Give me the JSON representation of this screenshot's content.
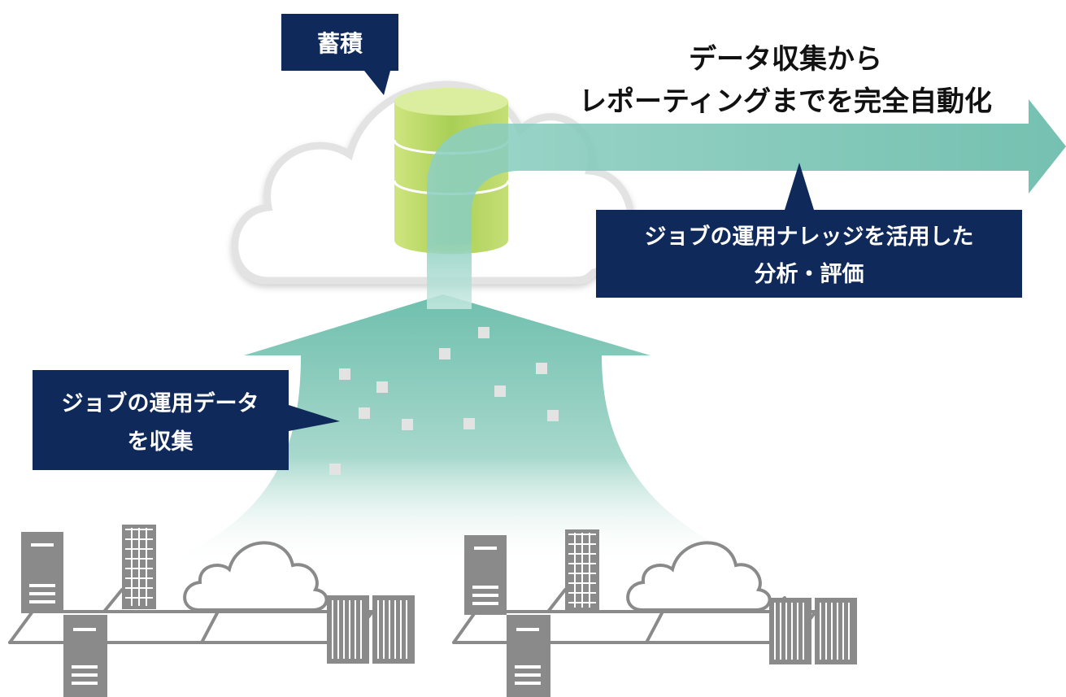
{
  "headline": {
    "line1": "データ収集から",
    "line2": "レポーティングまでを完全自動化"
  },
  "callouts": {
    "storage": "蓄積",
    "analysis": {
      "line1": "ジョブの運用ナレッジを活用した",
      "line2": "分析・評価"
    },
    "collect": {
      "line1": "ジョブの運用データ",
      "line2": "を収集"
    }
  },
  "colors": {
    "navy": "#0f2a5a",
    "teal": "#6fbfae",
    "db_green": "#b7d96a",
    "server_gray": "#8a8a8a",
    "cloud_outline": "#d8d8d8"
  },
  "icons": [
    "cloud-icon",
    "database-icon",
    "server-icon",
    "network-icon",
    "storage-array-icon",
    "data-packet-icon"
  ]
}
